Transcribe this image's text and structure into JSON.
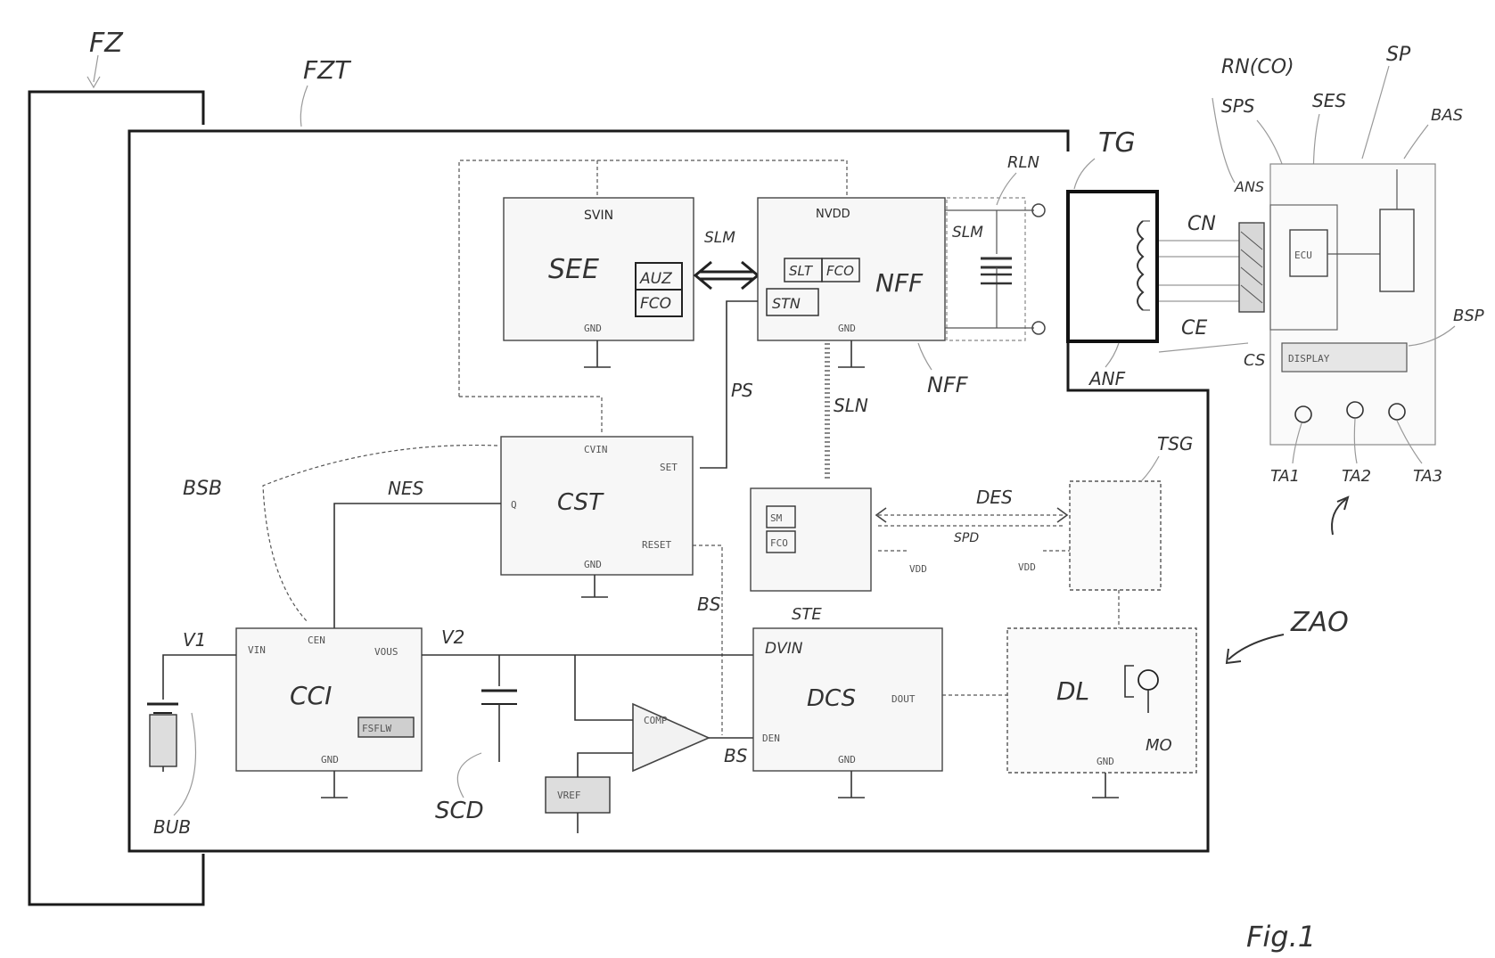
{
  "labels": {
    "fz": "FZ",
    "fzt": "FZT",
    "rn_co": "RN(CO)",
    "sp": "SP",
    "sps": "SPS",
    "ses": "SES",
    "bas": "BAS",
    "tg": "TG",
    "rln": "RLN",
    "cn": "CN",
    "ans": "ANS",
    "ce": "CE",
    "cs": "CS",
    "anf": "ANF",
    "bsp": "BSP",
    "ta1": "TA1",
    "ta2": "TA2",
    "ta3": "TA3",
    "zao": "ZAO",
    "fig": "Fig.1",
    "nff_ref": "NFF",
    "sln": "SLN",
    "ps": "PS",
    "bsb": "BSB",
    "nes": "NES",
    "tsg": "TSG",
    "des": "DES",
    "spd": "SPD",
    "ste": "STE",
    "bs_top": "BS",
    "bs_bottom": "BS",
    "v1": "V1",
    "v2": "V2",
    "bub": "BUB",
    "scd": "SCD",
    "mo": "MO",
    "vdd_left": "VDD",
    "vdd_right": "VDD"
  },
  "blocks": {
    "see": {
      "name": "SEE",
      "pin_top": "SVIN",
      "pin_bottom": "GND",
      "inner_top": "AUZ",
      "inner_bottom": "FCO"
    },
    "slm_link": "SLM",
    "nff": {
      "name": "NFF",
      "pin_top": "NVDD",
      "pin_bottom": "GND",
      "inner_top_left": "SLT",
      "inner_top_right": "FCO",
      "inner_bottom": "STN"
    },
    "slm_cap": "SLM",
    "cst": {
      "name": "CST",
      "pin_top": "CVIN",
      "pin_right_top": "SET",
      "pin_right_bottom": "RESET",
      "pin_left": "Q",
      "pin_bottom": "GND"
    },
    "ste": {
      "inner_top": "SM",
      "inner_bottom": "FCO"
    },
    "cci": {
      "name": "CCI",
      "pin_left": "VIN",
      "pin_top": "CEN",
      "pin_right": "VOUS",
      "inner": "FSFLW",
      "pin_bottom": "GND"
    },
    "dcs": {
      "name": "DCS",
      "pin_left_top": "DVIN",
      "pin_left_bottom": "DEN",
      "pin_right": "DOUT",
      "pin_bottom": "GND"
    },
    "dl": {
      "name": "DL",
      "pin_bottom": "GND"
    },
    "comp": "COMP",
    "vref": "VREF",
    "sp_inner": "ECU",
    "bsp_display": "DISPLAY"
  }
}
